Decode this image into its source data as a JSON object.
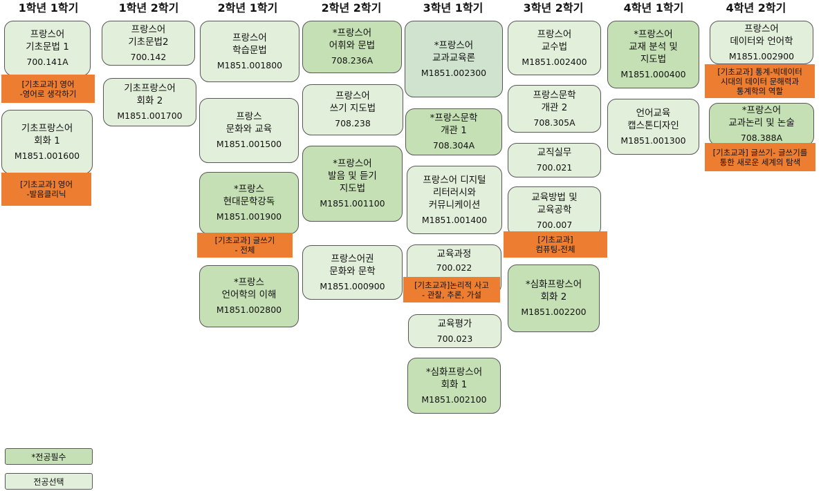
{
  "colors": {
    "required": "#c5e0b4",
    "elective": "#e2efda",
    "highlight": "#cfe3cf",
    "foundation": "#ed7d31"
  },
  "headers": [
    "1학년 1학기",
    "1학년 2학기",
    "2학년 1학기",
    "2학년 2학기",
    "3학년 1학기",
    "3학년 2학기",
    "4학년 1학기",
    "4학년 2학기"
  ],
  "courses": [
    {
      "lines": [
        "프랑스어",
        "기초문법 1"
      ],
      "code": "700.141A",
      "type": "elective"
    },
    {
      "lines": [
        "기초프랑스어",
        "회화 1"
      ],
      "code": "M1851.001600",
      "type": "elective"
    },
    {
      "lines": [
        "프랑스어",
        "기초문법2"
      ],
      "code": "700.142",
      "type": "elective"
    },
    {
      "lines": [
        "기초프랑스어",
        "회화 2"
      ],
      "code": "M1851.001700",
      "type": "elective"
    },
    {
      "lines": [
        "프랑스어",
        "학습문법"
      ],
      "code": "M1851.001800",
      "type": "elective"
    },
    {
      "lines": [
        "프랑스",
        "문화와 교육"
      ],
      "code": "M1851.001500",
      "type": "elective"
    },
    {
      "lines": [
        "*프랑스",
        "현대문학강독"
      ],
      "code": "M1851.001900",
      "type": "required"
    },
    {
      "lines": [
        "*프랑스",
        "언어학의 이해"
      ],
      "code": "M1851.002800",
      "type": "required"
    },
    {
      "lines": [
        "*프랑스어",
        "어휘와 문법"
      ],
      "code": "708.236A",
      "type": "required"
    },
    {
      "lines": [
        "프랑스어",
        "쓰기 지도법"
      ],
      "code": "708.238",
      "type": "elective"
    },
    {
      "lines": [
        "*프랑스어",
        "발음 및 듣기",
        "지도법"
      ],
      "code": "M1851.001100",
      "type": "required"
    },
    {
      "lines": [
        "프랑스어권",
        "문화와 문학"
      ],
      "code": "M1851.000900",
      "type": "elective"
    },
    {
      "lines": [
        "*프랑스어",
        "교과교육론"
      ],
      "code": "M1851.002300",
      "type": "highlight"
    },
    {
      "lines": [
        "*프랑스문학",
        "개관 1"
      ],
      "code": "708.304A",
      "type": "required"
    },
    {
      "lines": [
        "프랑스어 디지털",
        "리터러시와",
        "커뮤니케이션"
      ],
      "code": "M1851.001400",
      "type": "elective"
    },
    {
      "lines": [
        "교육과정"
      ],
      "code": "700.022",
      "type": "elective"
    },
    {
      "lines": [
        "교육평가"
      ],
      "code": "700.023",
      "type": "elective"
    },
    {
      "lines": [
        "*심화프랑스어",
        "회화 1"
      ],
      "code": "M1851.002100",
      "type": "required"
    },
    {
      "lines": [
        "프랑스어",
        "교수법"
      ],
      "code": "M1851.002400",
      "type": "elective"
    },
    {
      "lines": [
        "프랑스문학",
        "개관 2"
      ],
      "code": "708.305A",
      "type": "elective"
    },
    {
      "lines": [
        "교직실무"
      ],
      "code": "700.021",
      "type": "elective"
    },
    {
      "lines": [
        "교육방법 및",
        "교육공학"
      ],
      "code": "700.007",
      "type": "elective"
    },
    {
      "lines": [
        "*심화프랑스어",
        "회화 2"
      ],
      "code": "M1851.002200",
      "type": "required"
    },
    {
      "lines": [
        "*프랑스어",
        "교재 분석 및",
        "지도법"
      ],
      "code": "M1851.000400",
      "type": "required"
    },
    {
      "lines": [
        "언어교육",
        "캡스톤디자인"
      ],
      "code": "M1851.001300",
      "type": "elective"
    },
    {
      "lines": [
        "프랑스어",
        "데이터와 언어학"
      ],
      "code": "M1851.002900",
      "type": "elective"
    },
    {
      "lines": [
        "*프랑스어",
        "교과논리 및 논술"
      ],
      "code": "708.388A",
      "type": "required"
    }
  ],
  "notes": [
    {
      "lines": [
        "[기초교과] 영어",
        "-영어로 생각하기"
      ]
    },
    {
      "lines": [
        "[기초교과] 영어",
        "-발음클리닉"
      ]
    },
    {
      "lines": [
        "[기초교과] 글쓰기",
        "- 전체"
      ]
    },
    {
      "lines": [
        "[기초교과]논리적 사고",
        "- 관찰, 추론, 가설"
      ]
    },
    {
      "lines": [
        "[기초교과]",
        "컴퓨팅-전체"
      ]
    },
    {
      "lines": [
        "[기초교과] 통계-빅데이터",
        "시대의 데이터 문해력과",
        "통계학의 역할"
      ]
    },
    {
      "lines": [
        "[기초교과] 글쓰기- 글쓰기를",
        "통한 새로운 세계의 탐색"
      ]
    }
  ],
  "legend": [
    {
      "label": "*전공필수",
      "type": "required"
    },
    {
      "label": "전공선택",
      "type": "elective"
    }
  ]
}
